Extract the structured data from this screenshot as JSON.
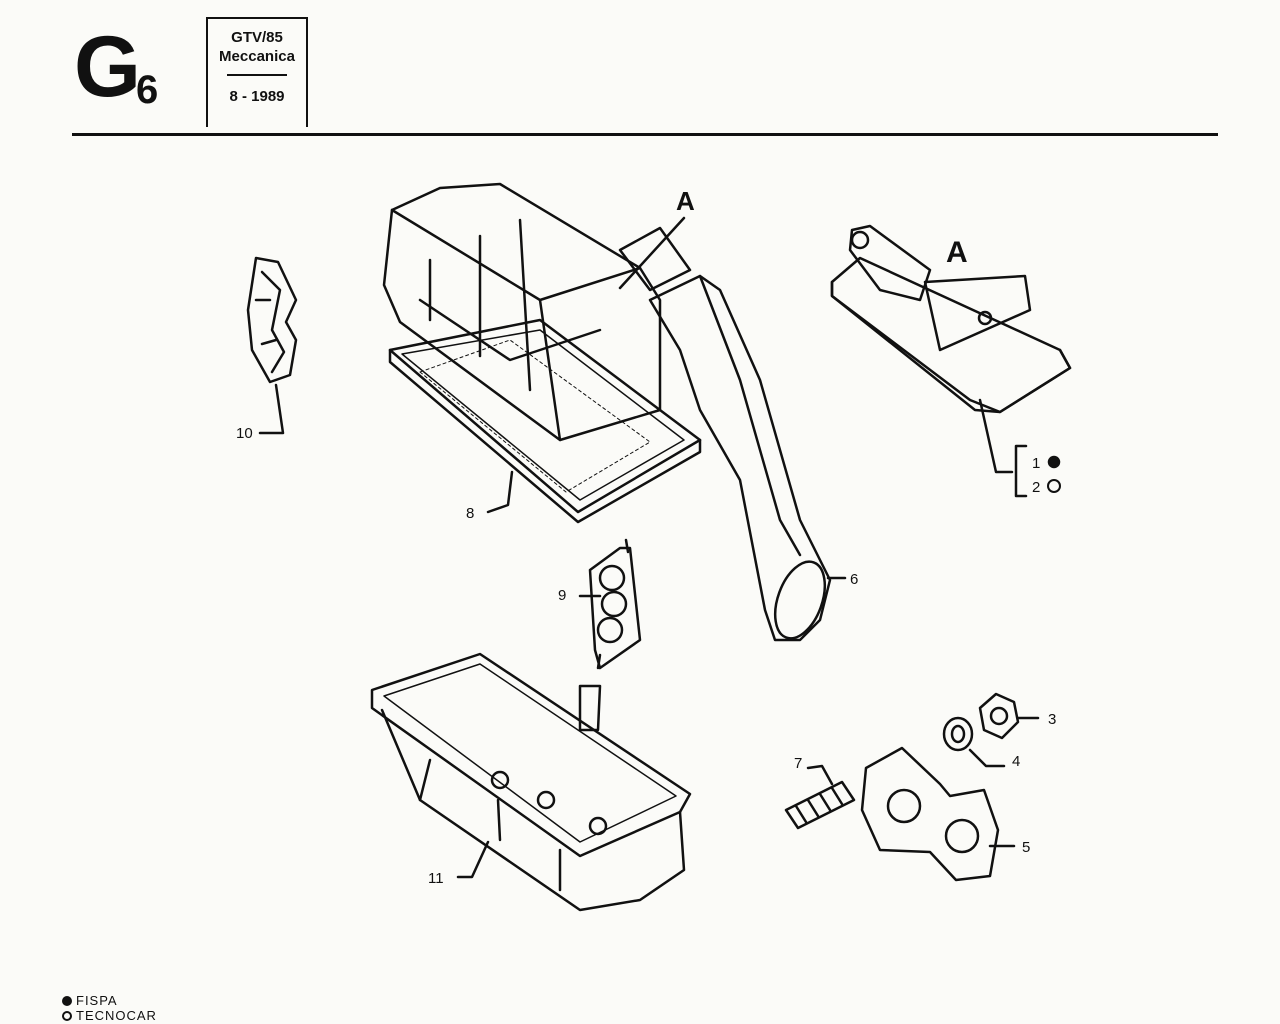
{
  "header": {
    "section_letter": "G",
    "section_number": "6",
    "model": "GTV/85",
    "area": "Meccanica",
    "date": "8 - 1989"
  },
  "callouts": {
    "c1": "1",
    "c2": "2",
    "c3": "3",
    "c4": "4",
    "c5": "5",
    "c6": "6",
    "c7": "7",
    "c8": "8",
    "c9": "9",
    "c10": "10",
    "c11": "11"
  },
  "detail_refs": {
    "main": "A",
    "inset": "A"
  },
  "legend": {
    "items": [
      {
        "symbol": "filled-dot",
        "label": "FISPA"
      },
      {
        "symbol": "open-dot",
        "label": "TECNOCAR"
      }
    ]
  }
}
